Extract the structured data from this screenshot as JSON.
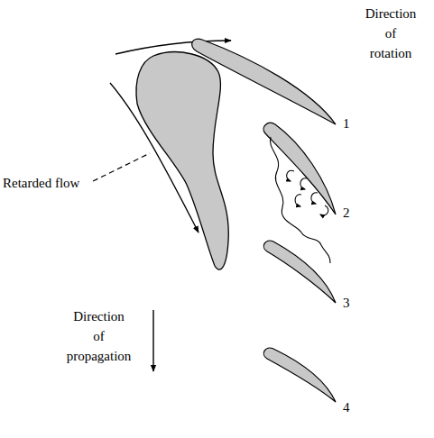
{
  "diagram": {
    "labels": [
      "Direction of rotation",
      "1",
      "2",
      "3",
      "4",
      "Retarded flow",
      "Direction of propagation"
    ]
  }
}
